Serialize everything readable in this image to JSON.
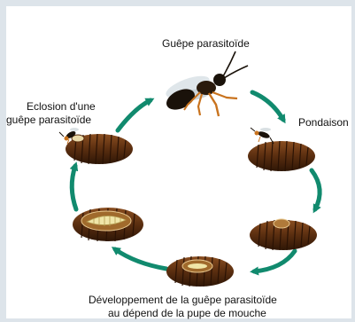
{
  "labels": {
    "wasp": "Guêpe parasitoïde",
    "laying": "Pondaison",
    "emergence_line1": "Eclosion d'une",
    "emergence_line2": "guêpe parasitoïde",
    "development_line1": "Développement de la guêpe parasitoïde",
    "development_line2": "au dépend de la pupe de mouche"
  },
  "colors": {
    "arrow": "#118a6e",
    "pupa_dark": "#3e200c",
    "pupa_mid": "#6b3a16",
    "pupa_light": "#9a5a28",
    "larva": "#f0e6a8",
    "wasp_body": "#1a120a",
    "wasp_orange": "#c9731e"
  }
}
